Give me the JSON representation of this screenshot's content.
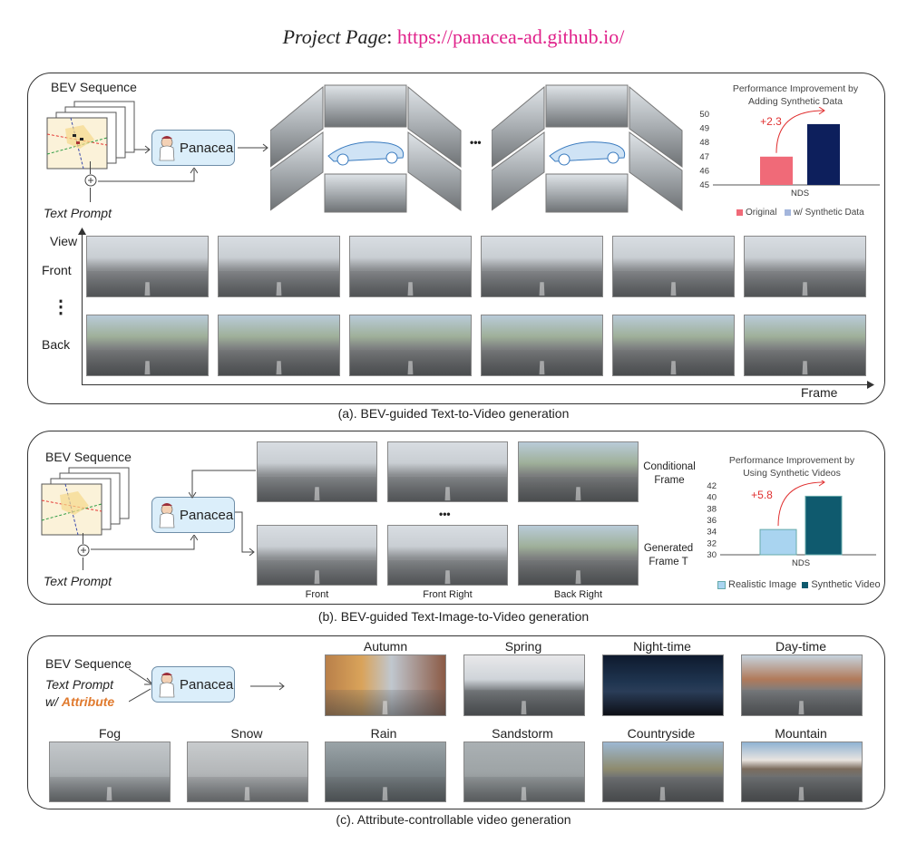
{
  "header": {
    "label": "Project Page",
    "colon": ":",
    "url": "https://panacea-ad.github.io/"
  },
  "panel_a": {
    "bev_label": "BEV Sequence",
    "text_prompt": "Text Prompt",
    "panacea": "Panacea",
    "ellipsis": "•••",
    "view_label": "View",
    "front_label": "Front",
    "dots": "⋮",
    "back_label": "Back",
    "frame_label": "Frame",
    "caption": "(a). BEV-guided Text-to-Video generation"
  },
  "panel_b": {
    "bev_label": "BEV Sequence",
    "text_prompt": "Text Prompt",
    "panacea": "Panacea",
    "ellipsis": "•••",
    "cond_frame": "Conditional Frame",
    "gen_frame": "Generated Frame T",
    "cols": [
      "Front",
      "Front Right",
      "Back Right"
    ],
    "caption": "(b). BEV-guided Text-Image-to-Video generation"
  },
  "panel_c": {
    "bev_label": "BEV Sequence",
    "text_prompt": "Text Prompt",
    "w": "w/",
    "attribute": "Attribute",
    "panacea": "Panacea",
    "row1": [
      "Autumn",
      "Spring",
      "Night-time",
      "Day-time"
    ],
    "row2": [
      "Fog",
      "Snow",
      "Rain",
      "Sandstorm",
      "Countryside",
      "Mountain"
    ],
    "caption": "(c). Attribute-controllable video generation"
  },
  "chart_data": [
    {
      "type": "bar",
      "title": "Performance Improvement by Adding Synthetic Data",
      "xlabel": "NDS",
      "categories": [
        "NDS"
      ],
      "series": [
        {
          "name": "Original",
          "values": [
            47.0
          ],
          "color": "#f06a78"
        },
        {
          "name": "w/ Synthetic Data",
          "values": [
            49.3
          ],
          "color": "#0d1f5c"
        }
      ],
      "ylim": [
        45,
        50
      ],
      "yticks": [
        45,
        46,
        47,
        48,
        49,
        50
      ],
      "annotation": "+2.3",
      "annotation_color": "#e03030"
    },
    {
      "type": "bar",
      "title": "Performance Improvement by Using Synthetic Videos",
      "xlabel": "NDS",
      "categories": [
        "NDS"
      ],
      "series": [
        {
          "name": "Realistic Image",
          "values": [
            34.4
          ],
          "color": "#a9d4f0"
        },
        {
          "name": "Synthetic Video",
          "values": [
            40.2
          ],
          "color": "#0f5a6e"
        }
      ],
      "ylim": [
        30,
        42
      ],
      "yticks": [
        30,
        32,
        34,
        36,
        38,
        40,
        42
      ],
      "annotation": "+5.8",
      "annotation_color": "#e03030"
    }
  ]
}
